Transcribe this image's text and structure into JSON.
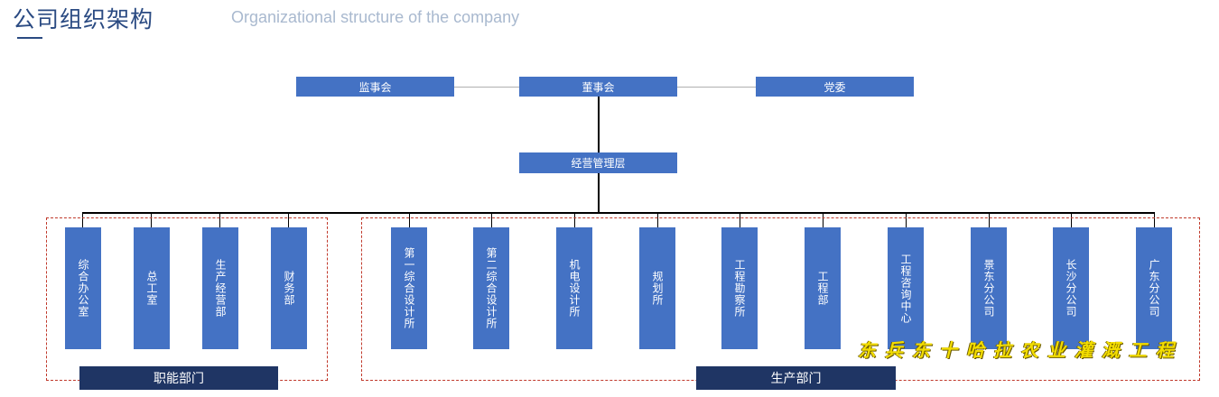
{
  "header": {
    "title": "公司组织架构",
    "subtitle": "Organizational structure of the company"
  },
  "top_row": {
    "supervisory": "监事会",
    "board": "董事会",
    "party": "党委"
  },
  "management": "经营管理层",
  "functional": {
    "label": "职能部门",
    "units": [
      "综合办公室",
      "总工室",
      "生产经营部",
      "财务部"
    ]
  },
  "production": {
    "label": "生产部门",
    "units": [
      "第一综合设计所",
      "第二综合设计所",
      "机电设计所",
      "规划所",
      "工程勘察所",
      "工程部",
      "工程咨询中心",
      "景东分公司",
      "长沙分公司",
      "广东分公司"
    ]
  },
  "watermark": "东兵东十哈拉农业灌溉工程",
  "colors": {
    "box": "#4472c4",
    "label": "#1f3564",
    "dash": "#c0392b",
    "title": "#2a4a82",
    "subtitle": "#a9b9cf"
  }
}
